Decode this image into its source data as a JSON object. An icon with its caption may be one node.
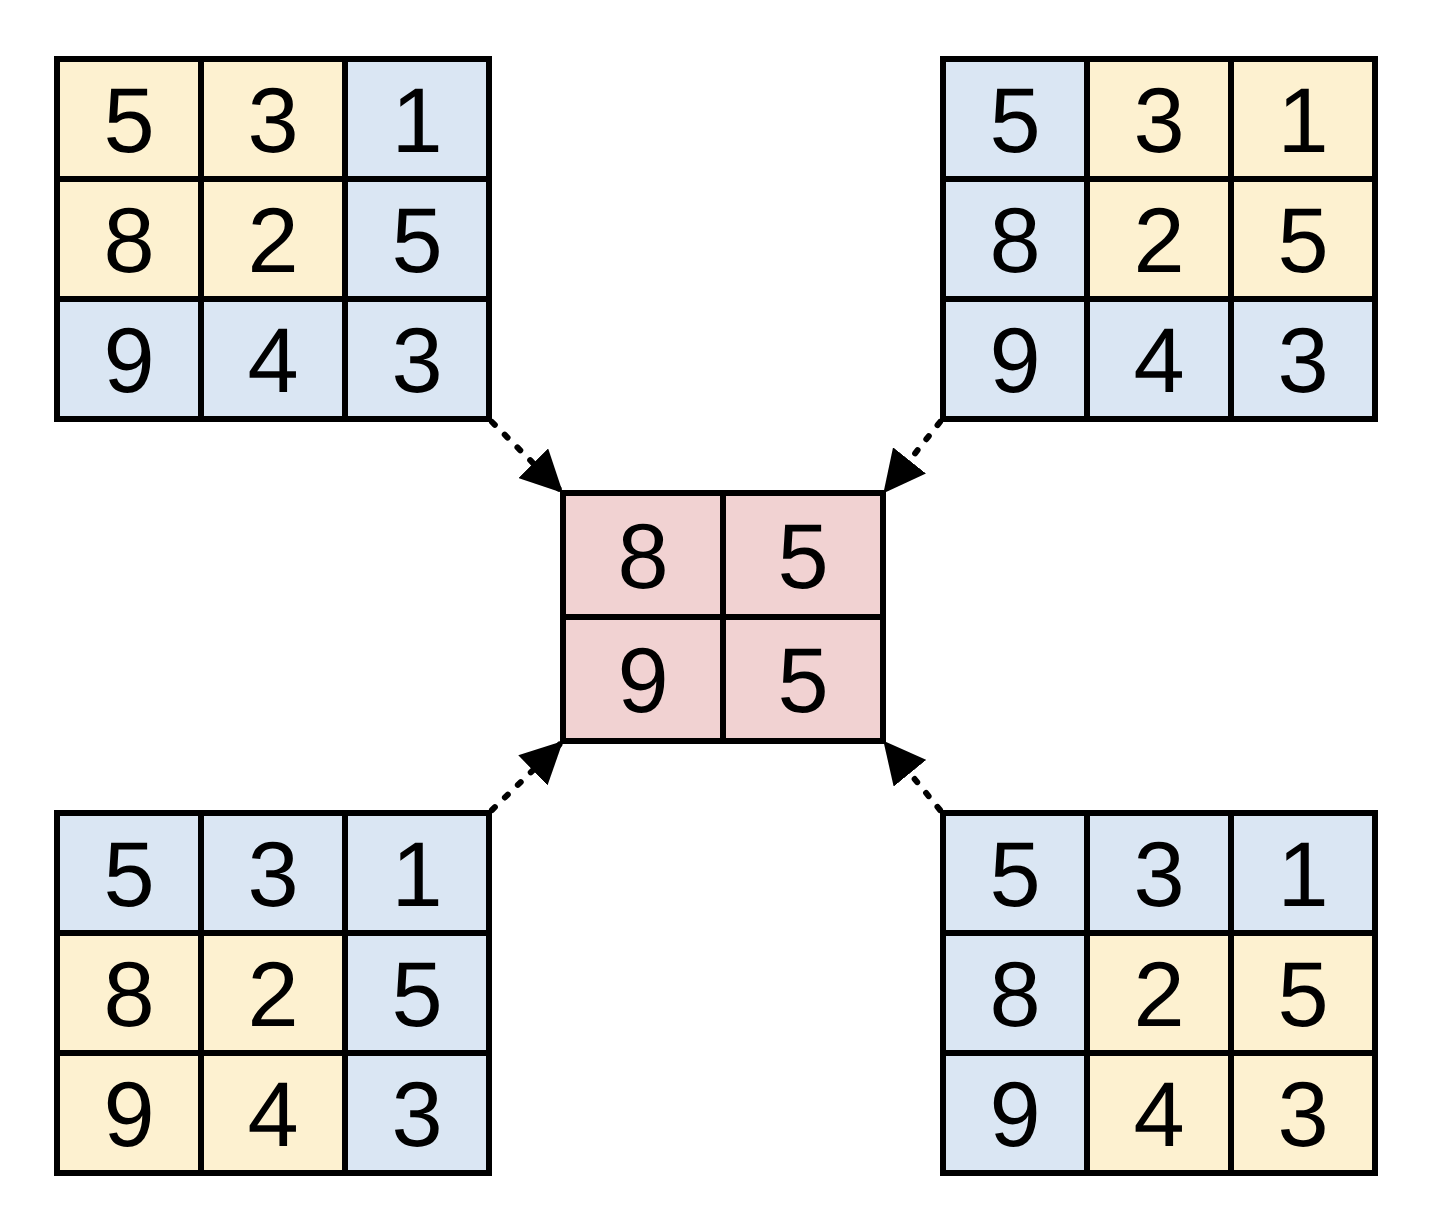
{
  "diagram": {
    "nodes": [
      {
        "text": [],
        "shape": "box"
      },
      {
        "text": [
          "5"
        ],
        "in": 0
      },
      {
        "text": [
          "3"
        ],
        "in": 0
      },
      {
        "text": [
          "1"
        ],
        "in": 0
      },
      {
        "text": [
          "8"
        ],
        "in": 0
      },
      {
        "text": [
          "2"
        ],
        "in": 0
      },
      {
        "text": [
          "5"
        ],
        "in": 0
      },
      {
        "text": [
          "9"
        ],
        "in": 0
      },
      {
        "text": [
          "4"
        ],
        "in": 0
      },
      {
        "text": [
          "3"
        ],
        "in": 0
      },
      {
        "text": [],
        "shape": "box"
      },
      {
        "text": [
          "5"
        ],
        "in": 10
      },
      {
        "text": [
          "3"
        ],
        "in": 10
      },
      {
        "text": [
          "1"
        ],
        "in": 10
      },
      {
        "text": [
          "8"
        ],
        "in": 10
      },
      {
        "text": [
          "2"
        ],
        "in": 10
      },
      {
        "text": [
          "5"
        ],
        "in": 10
      },
      {
        "text": [
          "9"
        ],
        "in": 10
      },
      {
        "text": [
          "4"
        ],
        "in": 10
      },
      {
        "text": [
          "3"
        ],
        "in": 10
      },
      {
        "text": [],
        "shape": "box"
      },
      {
        "text": [
          "8"
        ],
        "in": 20
      },
      {
        "text": [
          "5"
        ],
        "in": 20
      },
      {
        "text": [
          "9"
        ],
        "in": 20
      },
      {
        "text": [
          "5"
        ],
        "in": 20
      },
      {
        "text": [],
        "shape": "box"
      },
      {
        "text": [
          "5"
        ],
        "in": 25
      },
      {
        "text": [
          "3"
        ],
        "in": 25
      },
      {
        "text": [
          "1"
        ],
        "in": 25
      },
      {
        "text": [
          "8"
        ],
        "in": 25
      },
      {
        "text": [
          "2"
        ],
        "in": 25
      },
      {
        "text": [
          "5"
        ],
        "in": 25
      },
      {
        "text": [
          "9"
        ],
        "in": 25
      },
      {
        "text": [
          "4"
        ],
        "in": 25
      },
      {
        "text": [
          "3"
        ],
        "in": 25
      },
      {
        "text": [],
        "shape": "box"
      },
      {
        "text": [
          "5"
        ],
        "in": 35
      },
      {
        "text": [
          "3"
        ],
        "in": 35
      },
      {
        "text": [
          "1"
        ],
        "in": 35
      },
      {
        "text": [
          "8"
        ],
        "in": 35
      },
      {
        "text": [
          "2"
        ],
        "in": 35
      },
      {
        "text": [
          "5"
        ],
        "in": 35
      },
      {
        "text": [
          "9"
        ],
        "in": 35
      },
      {
        "text": [
          "4"
        ],
        "in": 35
      },
      {
        "text": [
          "3"
        ],
        "in": 35
      }
    ],
    "edges": [
      {
        "from": 0,
        "to": 20,
        "arrow": "to",
        "style": "dashed"
      },
      {
        "from": 10,
        "to": 20,
        "arrow": "to",
        "style": "dashed"
      },
      {
        "from": 25,
        "to": 20,
        "arrow": "to",
        "style": "dashed"
      },
      {
        "from": 35,
        "to": 20,
        "arrow": "to",
        "style": "dashed"
      }
    ]
  }
}
